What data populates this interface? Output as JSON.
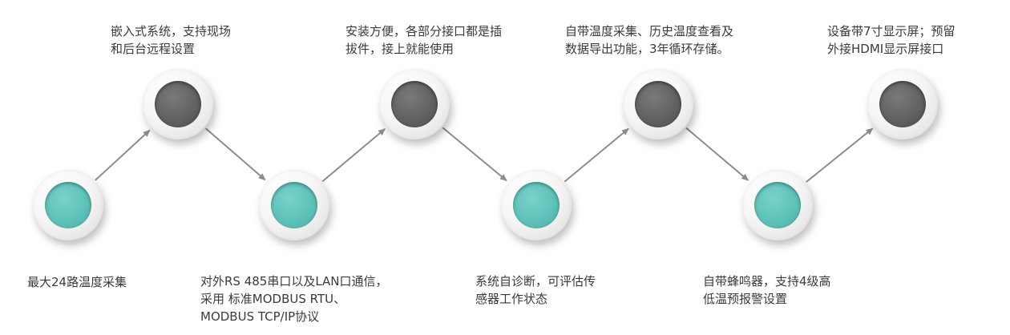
{
  "steps": [
    {
      "type": "teal",
      "lines": [
        "最大24路温度采集"
      ]
    },
    {
      "type": "dark",
      "lines": [
        "嵌入式系统，支持现场",
        "和后台远程设置"
      ]
    },
    {
      "type": "teal",
      "lines": [
        "对外RS 485串口以及LAN口通信，",
        "采用 标准MODBUS RTU、",
        "MODBUS TCP/IP协议"
      ]
    },
    {
      "type": "dark",
      "lines": [
        "安装方便，各部分接口都是插",
        "拔件，接上就能使用"
      ]
    },
    {
      "type": "teal",
      "lines": [
        "系统自诊断，可评估传",
        "感器工作状态"
      ]
    },
    {
      "type": "dark",
      "lines": [
        "自带温度采集、历史温度查看及",
        "数据导出功能，3年循环存储。"
      ]
    },
    {
      "type": "teal",
      "lines": [
        "自带蜂鸣器，支持4级高",
        "低温预报警设置"
      ]
    },
    {
      "type": "dark",
      "lines": [
        "设备带7寸显示屏；预留",
        "外接HDMI显示屏接口"
      ]
    }
  ],
  "colors": {
    "teal": "#5cc0b7",
    "dark": "#5f5f5f",
    "arrow": "#8c8c8c",
    "text": "#3a3a3a"
  }
}
